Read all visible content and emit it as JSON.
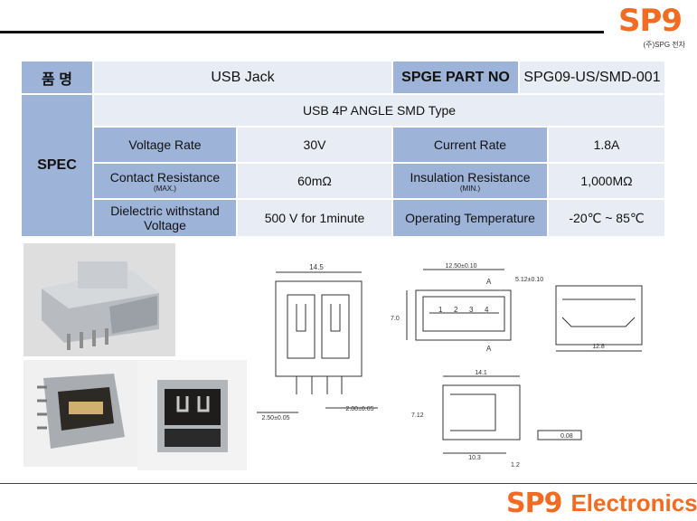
{
  "logo": {
    "mark": "SP9",
    "sub": "(주)SPG 전자",
    "brand_color": "#f26b22"
  },
  "spec_table": {
    "name_label": "품  명",
    "product_name": "USB Jack",
    "part_no_label": "SPGE PART NO",
    "part_no": "SPG09-US/SMD-001",
    "spec_label": "SPEC",
    "type": "USB 4P ANGLE SMD Type",
    "rows": [
      {
        "left_label": "Voltage Rate",
        "left_sub": "",
        "left_value": "30V",
        "right_label": "Current Rate",
        "right_sub": "",
        "right_value": "1.8A"
      },
      {
        "left_label": "Contact Resistance",
        "left_sub": "(MAX.)",
        "left_value": "60mΩ",
        "right_label": "Insulation Resistance",
        "right_sub": "(MIN.)",
        "right_value": "1,000MΩ"
      },
      {
        "left_label": "Dielectric withstand Voltage",
        "left_sub": "",
        "left_value": "500 V for 1minute",
        "right_label": "Operating Temperature",
        "right_sub": "",
        "right_value": "-20℃ ~ 85℃"
      }
    ],
    "header_color": "#9db3d8",
    "cell_color": "#e8edf5"
  },
  "drawings": {
    "front": {
      "width_dim": "14.5",
      "pitch_dim": "2.50±0.05",
      "pin_dim": "2.00±0.05"
    },
    "top": {
      "width_dim": "12.50±0.10",
      "height_dim": "5.12±0.10",
      "side_dim": "7.0",
      "section_a": "A",
      "pins": [
        "1",
        "2",
        "3",
        "4"
      ]
    },
    "side_view": {
      "width_dim": "12.8"
    },
    "profile": {
      "length_dim": "14.1",
      "height_dim": "7.12",
      "base_dim": "10.3",
      "foot_dim": "1.2",
      "flatness": "0.08"
    }
  },
  "footer": {
    "mark": "SP9",
    "text": "Electronics"
  }
}
